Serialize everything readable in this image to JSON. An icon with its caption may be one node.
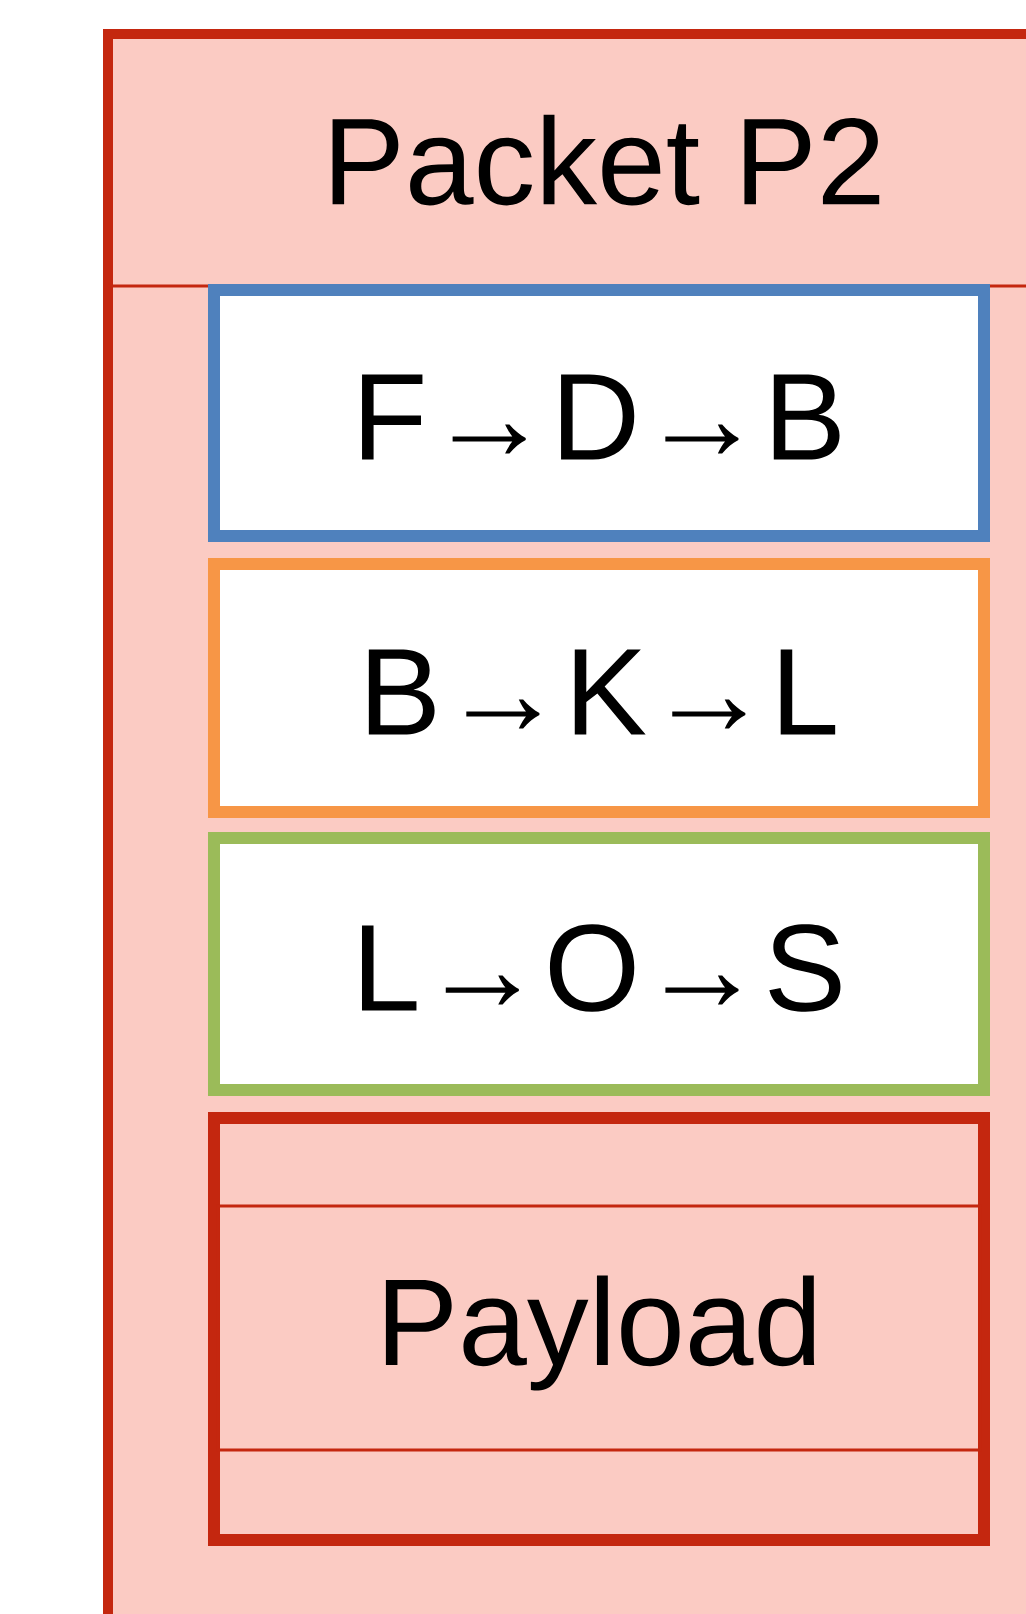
{
  "diagram": {
    "nodes": [
      {
        "text": [
          "Packet P2"
        ]
      },
      {
        "text": [
          "F→D→B"
        ],
        "in": 0
      },
      {
        "text": [
          "B→K→L"
        ],
        "in": 0
      },
      {
        "text": [
          "L→O→S"
        ],
        "in": 0
      },
      {
        "text": [
          "Payload"
        ],
        "in": 0
      }
    ]
  }
}
